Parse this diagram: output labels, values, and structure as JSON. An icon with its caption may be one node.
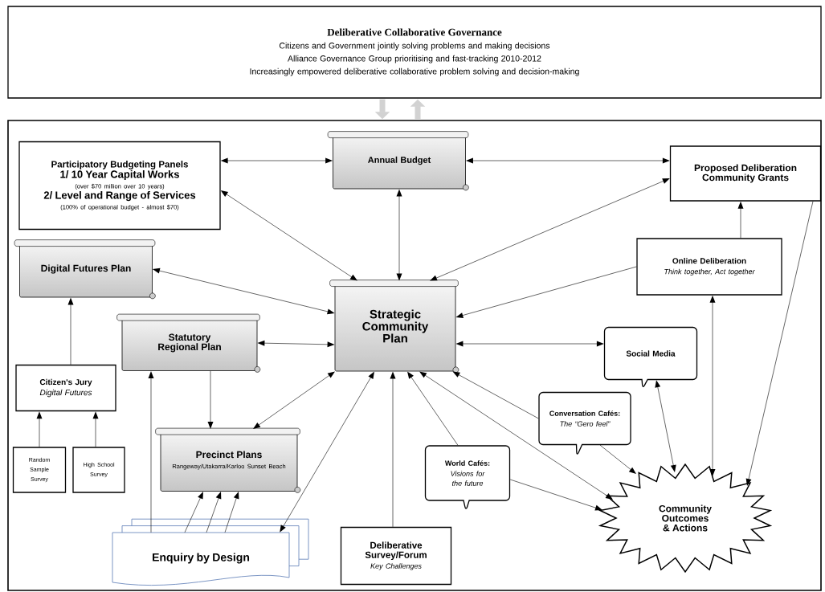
{
  "diagram": {
    "nodes": [
      {
        "text": [
          "Deliberative Collaborative Governance",
          "Citizens and Government jointly solving problems and making decisions",
          "Alliance Governance Group prioritising and fast-tracking 2010-2012",
          "Increasingly empowered deliberative collaborative problem solving and decision-making"
        ]
      },
      {
        "text": [],
        "shape": "box"
      },
      {
        "text": [
          "Participatory Budgeting Panels",
          "1/ 10 Year Capital Works",
          "(over $70 million over 10 years)",
          "2/ Level and Range of Services",
          "(100% of operational budget - almost $70)"
        ],
        "in": 1
      },
      {
        "text": [
          "Annual Budget"
        ],
        "in": 1
      },
      {
        "text": [
          "Proposed Deliberation Community Grants"
        ],
        "in": 1
      },
      {
        "text": [
          "Digital Futures Plan"
        ],
        "in": 1
      },
      {
        "text": [
          "Strategic Community Plan"
        ],
        "in": 1
      },
      {
        "text": [
          "Online Deliberation",
          "Think together, Act together"
        ],
        "in": 1
      },
      {
        "text": [
          "Statutory Regional Plan"
        ],
        "in": 1
      },
      {
        "text": [
          "Social Media"
        ],
        "in": 1
      },
      {
        "text": [
          "Citizen's Jury",
          "Digital Futures"
        ],
        "in": 1
      },
      {
        "text": [
          "Conversation Cafés:",
          "The “Gero feel”"
        ],
        "in": 1
      },
      {
        "text": [
          "Random Sample Survey"
        ],
        "in": 1
      },
      {
        "text": [
          "High School Survey"
        ],
        "in": 1
      },
      {
        "text": [
          "Precinct Plans",
          "Rangeway/Utakarra/Karloo Sunset Beach"
        ],
        "in": 1
      },
      {
        "text": [
          "World Cafés:",
          "Visions for the future"
        ],
        "in": 1
      },
      {
        "text": [
          "Enquiry by Design"
        ],
        "in": 1
      },
      {
        "text": [
          "Deliberative Survey/Forum",
          "Key Challenges"
        ],
        "in": 1
      },
      {
        "text": [
          "Community Outcomes & Actions"
        ],
        "in": 1
      }
    ],
    "edges": [
      {
        "from": 0,
        "to": 1,
        "arrow": "to",
        "style": "thick",
        "color": "#d2d2d2"
      },
      {
        "from": 1,
        "to": 0,
        "arrow": "to",
        "style": "thick",
        "color": "#d2d2d2"
      },
      {
        "from": 2,
        "to": 3,
        "arrow": "both"
      },
      {
        "from": 3,
        "to": 4,
        "arrow": "both"
      },
      {
        "from": 2,
        "to": 6,
        "arrow": "both"
      },
      {
        "from": 3,
        "to": 6,
        "arrow": "both"
      },
      {
        "from": 4,
        "to": 6,
        "arrow": "both"
      },
      {
        "from": 5,
        "to": 6,
        "arrow": "both"
      },
      {
        "from": 7,
        "to": 6,
        "arrow": "to"
      },
      {
        "from": 7,
        "to": 4,
        "arrow": "to"
      },
      {
        "from": 8,
        "to": 6,
        "arrow": "both"
      },
      {
        "from": 6,
        "to": 9,
        "arrow": "both"
      },
      {
        "from": 10,
        "to": 5,
        "arrow": "to"
      },
      {
        "from": 12,
        "to": 10,
        "arrow": "to"
      },
      {
        "from": 13,
        "to": 10,
        "arrow": "to"
      },
      {
        "from": 8,
        "to": 14,
        "arrow": "to"
      },
      {
        "from": 6,
        "to": 14,
        "arrow": "both"
      },
      {
        "from": 16,
        "to": 8,
        "arrow": "to"
      },
      {
        "from": 16,
        "to": 14,
        "arrow": "to"
      },
      {
        "from": 16,
        "to": 14,
        "arrow": "to"
      },
      {
        "from": 16,
        "to": 14,
        "arrow": "to"
      },
      {
        "from": 16,
        "to": 6,
        "arrow": "both"
      },
      {
        "from": 17,
        "to": 6,
        "arrow": "to"
      },
      {
        "from": 15,
        "to": 6,
        "arrow": "to"
      },
      {
        "from": 6,
        "to": 18,
        "arrow": "both"
      },
      {
        "from": 11,
        "to": 6,
        "arrow": "to"
      },
      {
        "from": 11,
        "to": 18,
        "arrow": "to"
      },
      {
        "from": 15,
        "to": 18,
        "arrow": "to"
      },
      {
        "from": 9,
        "to": 18,
        "arrow": "both"
      },
      {
        "from": 7,
        "to": 18,
        "arrow": "both"
      },
      {
        "from": 4,
        "to": 18,
        "arrow": "to"
      }
    ]
  }
}
